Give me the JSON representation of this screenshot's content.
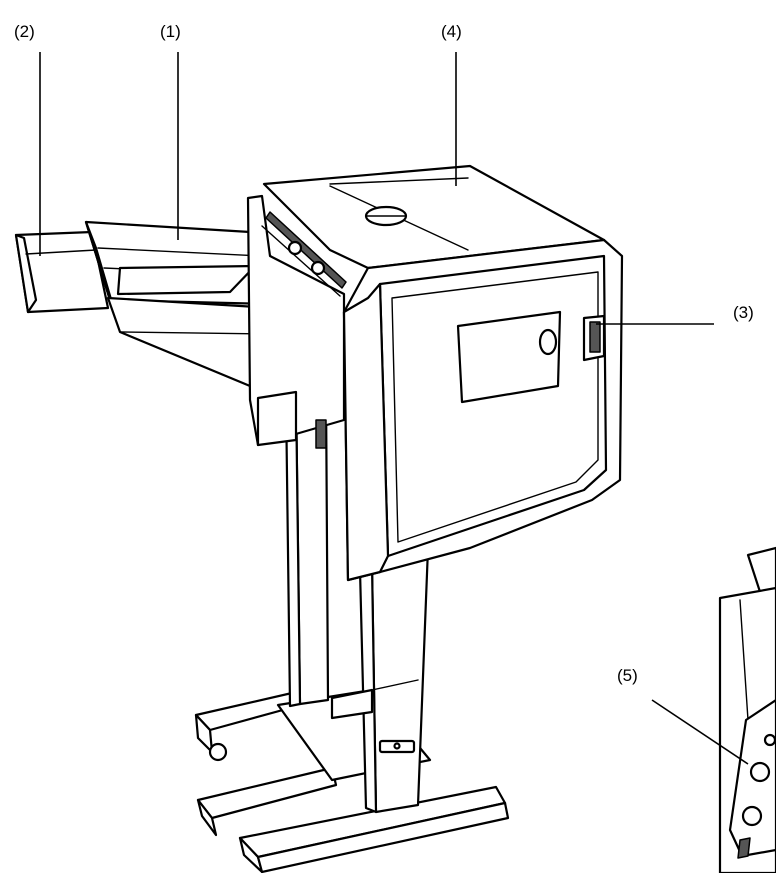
{
  "figure": {
    "callouts": {
      "c1": "(1)",
      "c2": "(2)",
      "c3": "(3)",
      "c4": "(4)",
      "c5": "(5)"
    }
  }
}
